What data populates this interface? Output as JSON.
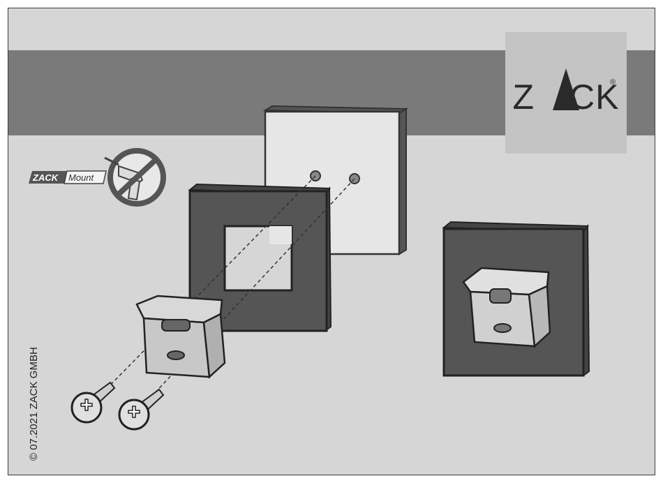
{
  "brand": {
    "logo_text_left": "Z",
    "logo_text_right": "CK",
    "registered_mark": "®",
    "mount_badge_brand": "ZACK",
    "mount_badge_label": "Mount"
  },
  "icons": [
    "no-drilling-icon",
    "screw-icon",
    "mounting-bracket-icon",
    "wall-plate-icon",
    "frame-plate-icon"
  ],
  "footer": {
    "copyright": "© 07.2021 ZACK GMBH"
  },
  "colors": {
    "background": "#d6d6d6",
    "band": "#7a7a7a",
    "logo_box": "#c4c4c4",
    "dark_plate": "#555555",
    "light_plate": "#e6e6e6"
  }
}
